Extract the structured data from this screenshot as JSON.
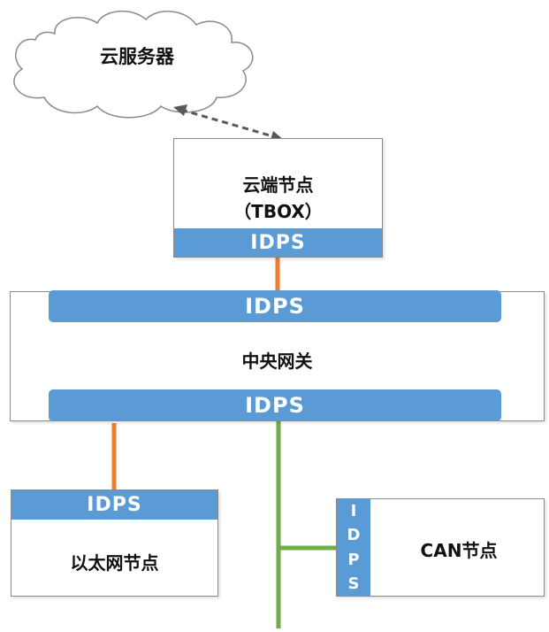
{
  "cloud": {
    "label": "云服务器"
  },
  "tbox": {
    "title": "云端节点",
    "subtitle": "（TBOX）",
    "idps": "IDPS"
  },
  "gateway": {
    "label": "中央网关",
    "idps_top": "IDPS",
    "idps_bottom": "IDPS"
  },
  "ethernet_node": {
    "label": "以太网节点",
    "idps": "IDPS"
  },
  "can_node": {
    "label": "CAN节点",
    "idps_letters": [
      "I",
      "D",
      "P",
      "S"
    ]
  },
  "colors": {
    "idps": "#5b9bd5",
    "ethernet_link": "#ed7d31",
    "can_bus": "#70ad47",
    "dashed_link": "#595959"
  }
}
